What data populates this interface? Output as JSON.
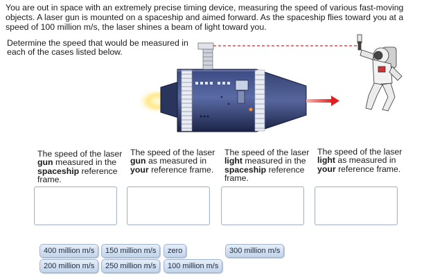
{
  "intro_text": "You are out in space with an extremely precise timing device, measuring the speed of various fast-moving objects. A laser gun is mounted on a spaceship and aimed forward. As the spaceship flies toward you at a speed of 100 million m/s, the laser shines a beam of light toward you.",
  "question_text": "Determine the speed that would be measured in each of the cases listed below.",
  "cases": [
    {
      "pre": "The speed of the laser ",
      "b1": "gun",
      "mid": " measured in the ",
      "b2": "spaceship",
      "post": " reference frame."
    },
    {
      "pre": "The speed of the laser ",
      "b1": "gun",
      "mid": " as measured in ",
      "b2": "your",
      "post": " reference frame."
    },
    {
      "pre": "The speed of the laser ",
      "b1": "light",
      "mid": " measured in the ",
      "b2": "spaceship",
      "post": " reference frame."
    },
    {
      "pre": "The speed of the laser ",
      "b1": "light",
      "mid": " as measured in ",
      "b2": "your",
      "post": " reference frame."
    }
  ],
  "answer_chips": {
    "c0": "400 million m/s",
    "c1": "150 million m/s",
    "c2": "zero",
    "c3": "300 million m/s",
    "c4": "200 million m/s",
    "c5": "250 million m/s",
    "c6": "100 million m/s"
  },
  "colors": {
    "ship_body": "#2c3a6a",
    "beam": "#e23030",
    "laser_dash": "#e02020",
    "chip_border": "#9fb3cc"
  },
  "icons": {
    "ship": "spaceship-illustration",
    "astronaut": "astronaut-illustration",
    "thruster": "thruster-flame-icon"
  }
}
